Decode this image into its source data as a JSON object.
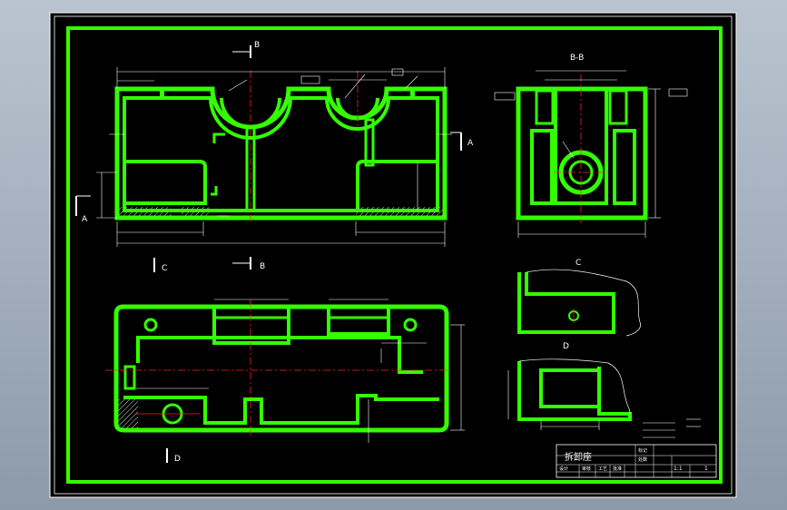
{
  "colors": {
    "viewport_bg": "#9aa6b4",
    "sheet_bg": "#000000",
    "part": "#33ff00",
    "dims": "#ffffff",
    "center": "#ff2020",
    "hatch": "#d8d8d8"
  },
  "views": {
    "section_bb_title": "B-B",
    "view_c_title": "C",
    "view_d_title": "D",
    "marker_b_top": "B",
    "marker_b_bottom": "B",
    "marker_a_left": "A",
    "marker_a_right": "A",
    "marker_c": "C",
    "marker_d": "D"
  },
  "title_block": {
    "part_name": "拆卸座",
    "row_labels": [
      "标记",
      "处数",
      "设计",
      "审核",
      "工艺",
      "批准"
    ],
    "scale": "1:1",
    "sheet": "1"
  },
  "icons": {
    "section_arrow": "arrow-icon",
    "bore_circle": "bore-circle-icon"
  }
}
